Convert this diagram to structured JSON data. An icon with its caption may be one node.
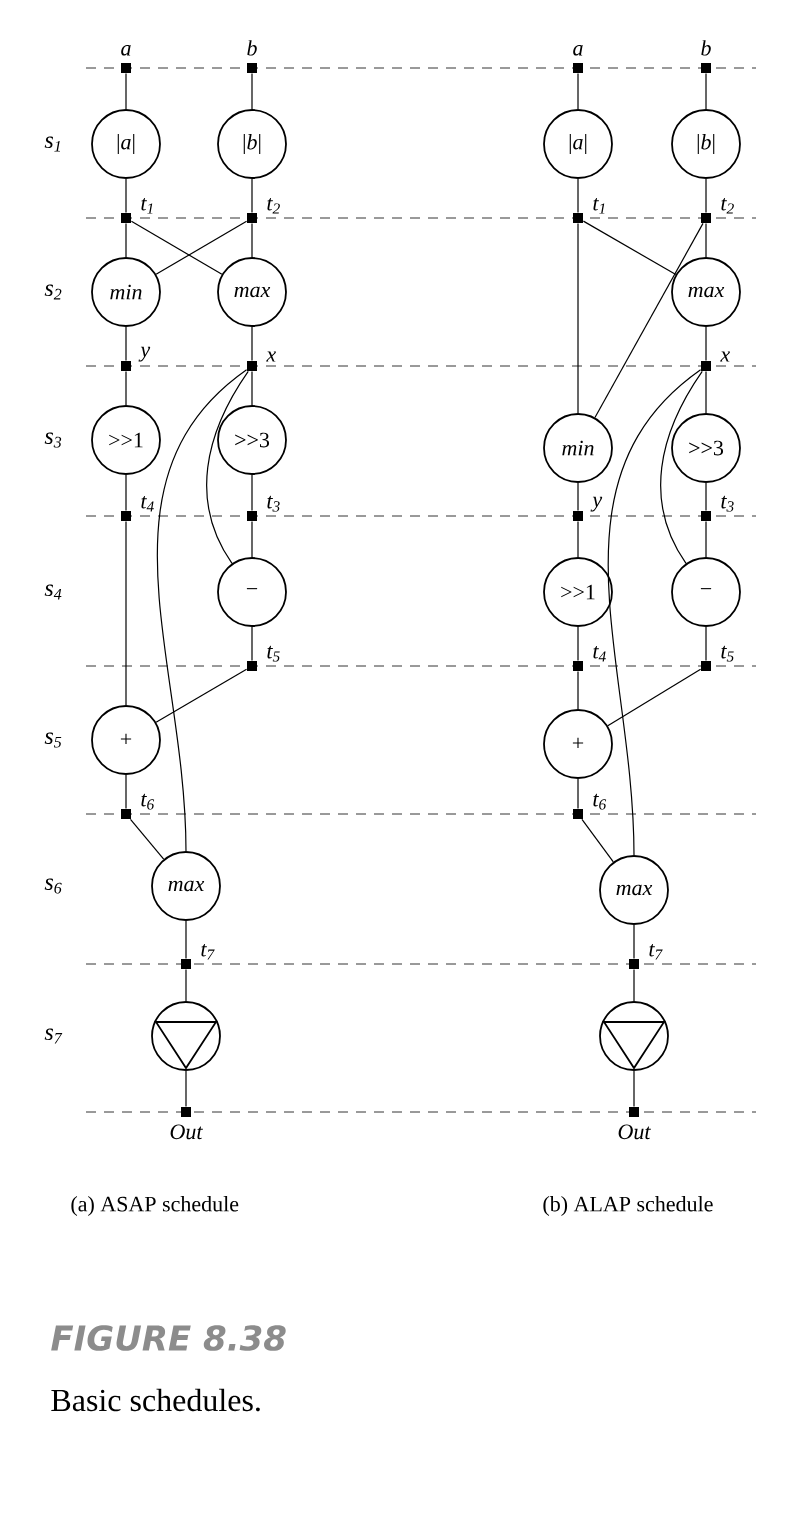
{
  "diagram": {
    "title": "FIGURE 8.38",
    "caption": "Basic schedules.",
    "nodes": [
      {
        "text": [],
        "shape": "box",
        "beside": [
          "a"
        ]
      },
      {
        "text": [],
        "shape": "box",
        "beside": [
          "b"
        ]
      },
      {
        "text": [
          "|*a*|"
        ]
      },
      {
        "text": [
          "|*b*|"
        ]
      },
      {
        "text": [],
        "shape": "box",
        "beside": [
          "t$_{1}$"
        ]
      },
      {
        "text": [],
        "shape": "box",
        "beside": [
          "t$_{2}$"
        ]
      },
      {
        "text": [
          "min"
        ]
      },
      {
        "text": [
          "max"
        ]
      },
      {
        "text": [],
        "shape": "box",
        "beside": [
          "y"
        ]
      },
      {
        "text": [],
        "shape": "box",
        "beside": [
          "x"
        ]
      },
      {
        "text": [
          ">>1"
        ]
      },
      {
        "text": [
          ">>3"
        ]
      },
      {
        "text": [],
        "shape": "box",
        "beside": [
          "t$_{4}$"
        ]
      },
      {
        "text": [],
        "shape": "box",
        "beside": [
          "t$_{3}$"
        ]
      },
      {
        "text": [
          "−"
        ]
      },
      {
        "text": [],
        "shape": "box",
        "beside": [
          "t$_{5}$"
        ]
      },
      {
        "text": [
          "+"
        ]
      },
      {
        "text": [],
        "shape": "box",
        "beside": [
          "t$_{6}$"
        ]
      },
      {
        "text": [
          "max"
        ]
      },
      {
        "text": [],
        "shape": "box",
        "beside": [
          "t$_{7}$"
        ]
      },
      {
        "text": [],
        "shape": "circle"
      },
      {
        "text": [],
        "shape": "box",
        "beside": [
          "Out"
        ]
      },
      {
        "text": [],
        "shape": "box",
        "beside": [
          "a"
        ]
      },
      {
        "text": [],
        "shape": "box",
        "beside": [
          "b"
        ]
      },
      {
        "text": [
          "|*a*|"
        ]
      },
      {
        "text": [
          "|*b*|"
        ]
      },
      {
        "text": [],
        "shape": "box",
        "beside": [
          "t$_{1}$"
        ]
      },
      {
        "text": [],
        "shape": "box",
        "beside": [
          "t$_{2}$"
        ]
      },
      {
        "text": [
          "max"
        ]
      },
      {
        "text": [],
        "shape": "box",
        "beside": [
          "x"
        ]
      },
      {
        "text": [
          "min"
        ]
      },
      {
        "text": [
          ">>3"
        ]
      },
      {
        "text": [],
        "shape": "box",
        "beside": [
          "y"
        ]
      },
      {
        "text": [],
        "shape": "box",
        "beside": [
          "t$_{3}$"
        ]
      },
      {
        "text": [
          ">>1"
        ]
      },
      {
        "text": [
          "−"
        ]
      },
      {
        "text": [],
        "shape": "box",
        "beside": [
          "t$_{4}$"
        ]
      },
      {
        "text": [],
        "shape": "box",
        "beside": [
          "t$_{5}$"
        ]
      },
      {
        "text": [
          "+"
        ]
      },
      {
        "text": [],
        "shape": "box",
        "beside": [
          "t$_{6}$"
        ]
      },
      {
        "text": [
          "max"
        ]
      },
      {
        "text": [],
        "shape": "box",
        "beside": [
          "t$_{7}$"
        ]
      },
      {
        "text": [],
        "shape": "circle"
      },
      {
        "text": [],
        "shape": "box",
        "beside": [
          "Out"
        ]
      }
    ],
    "edges": [
      {
        "from": 0,
        "to": 2,
        "arrow": "none"
      },
      {
        "from": 1,
        "to": 3,
        "arrow": "none"
      },
      {
        "from": 2,
        "to": 4,
        "arrow": "none"
      },
      {
        "from": 3,
        "to": 5,
        "arrow": "none"
      },
      {
        "from": 4,
        "to": 6,
        "arrow": "none"
      },
      {
        "from": 4,
        "to": 7,
        "arrow": "none"
      },
      {
        "from": 5,
        "to": 6,
        "arrow": "none"
      },
      {
        "from": 5,
        "to": 7,
        "arrow": "none"
      },
      {
        "from": 6,
        "to": 8,
        "arrow": "none"
      },
      {
        "from": 7,
        "to": 9,
        "arrow": "none"
      },
      {
        "from": 8,
        "to": 10,
        "arrow": "none"
      },
      {
        "from": 9,
        "to": 11,
        "arrow": "none"
      },
      {
        "from": 10,
        "to": 12,
        "arrow": "none"
      },
      {
        "from": 11,
        "to": 13,
        "arrow": "none"
      },
      {
        "from": 13,
        "to": 14,
        "arrow": "none"
      },
      {
        "from": 9,
        "to": 14,
        "arrow": "none"
      },
      {
        "from": 14,
        "to": 15,
        "arrow": "none"
      },
      {
        "from": 12,
        "to": 16,
        "arrow": "none"
      },
      {
        "from": 15,
        "to": 16,
        "arrow": "none"
      },
      {
        "from": 16,
        "to": 17,
        "arrow": "none"
      },
      {
        "from": 17,
        "to": 18,
        "arrow": "none"
      },
      {
        "from": 9,
        "to": 18,
        "arrow": "none"
      },
      {
        "from": 18,
        "to": 19,
        "arrow": "none"
      },
      {
        "from": 19,
        "to": 20,
        "arrow": "none"
      },
      {
        "from": 20,
        "to": 21,
        "arrow": "none"
      },
      {
        "from": 22,
        "to": 24,
        "arrow": "none"
      },
      {
        "from": 23,
        "to": 25,
        "arrow": "none"
      },
      {
        "from": 24,
        "to": 26,
        "arrow": "none"
      },
      {
        "from": 25,
        "to": 27,
        "arrow": "none"
      },
      {
        "from": 26,
        "to": 30,
        "arrow": "none"
      },
      {
        "from": 26,
        "to": 28,
        "arrow": "none"
      },
      {
        "from": 27,
        "to": 30,
        "arrow": "none"
      },
      {
        "from": 27,
        "to": 28,
        "arrow": "none"
      },
      {
        "from": 28,
        "to": 29,
        "arrow": "none"
      },
      {
        "from": 29,
        "to": 31,
        "arrow": "none"
      },
      {
        "from": 29,
        "to": 35,
        "arrow": "none"
      },
      {
        "from": 29,
        "to": 40,
        "arrow": "none"
      },
      {
        "from": 30,
        "to": 32,
        "arrow": "none"
      },
      {
        "from": 31,
        "to": 33,
        "arrow": "none"
      },
      {
        "from": 32,
        "to": 34,
        "arrow": "none"
      },
      {
        "from": 34,
        "to": 36,
        "arrow": "none"
      },
      {
        "from": 33,
        "to": 35,
        "arrow": "none"
      },
      {
        "from": 35,
        "to": 37,
        "arrow": "none"
      },
      {
        "from": 36,
        "to": 38,
        "arrow": "none"
      },
      {
        "from": 37,
        "to": 38,
        "arrow": "none"
      },
      {
        "from": 38,
        "to": 39,
        "arrow": "none"
      },
      {
        "from": 39,
        "to": 40,
        "arrow": "none"
      },
      {
        "from": 40,
        "to": 41,
        "arrow": "none"
      },
      {
        "from": 41,
        "to": 42,
        "arrow": "none"
      },
      {
        "from": 42,
        "to": 43,
        "arrow": "none"
      }
    ],
    "labels": [
      "s$_{1}$",
      "s$_{2}$",
      "s$_{3}$",
      "s$_{4}$",
      "s$_{5}$",
      "s$_{6}$",
      "s$_{7}$",
      "(a)  ASAP schedule",
      "(b)  ALAP schedule"
    ]
  }
}
